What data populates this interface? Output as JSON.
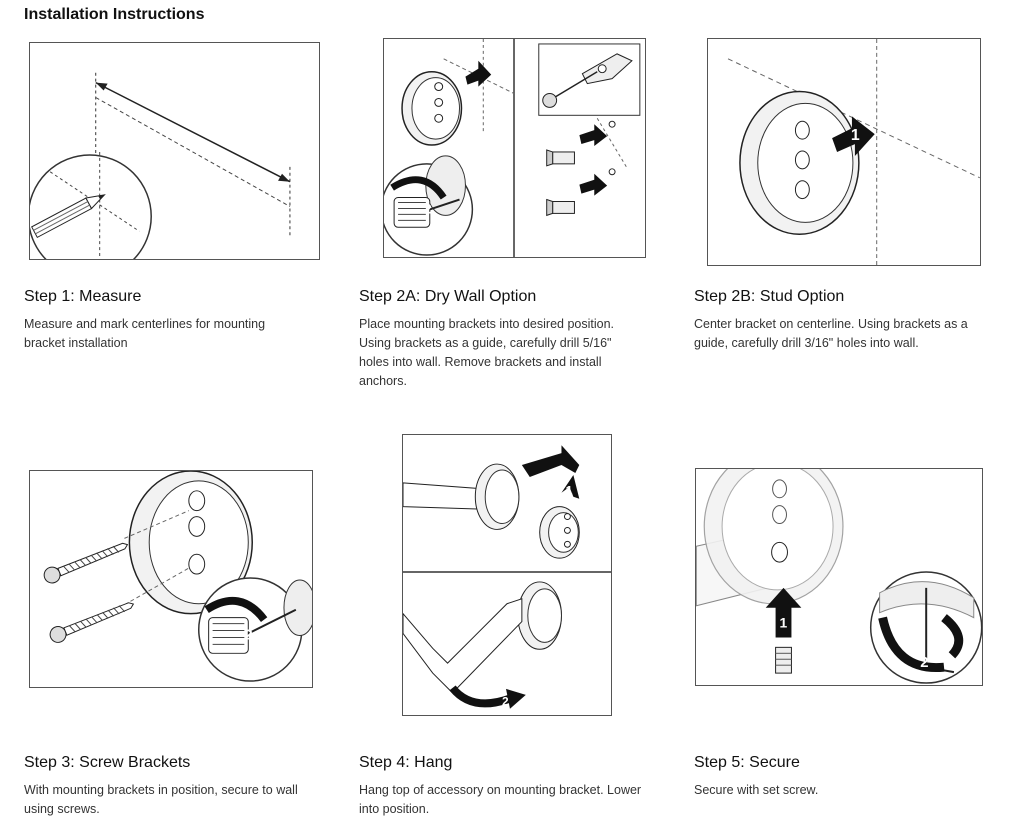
{
  "page": {
    "title": "Installation Instructions"
  },
  "steps": [
    {
      "title": "Step 1: Measure",
      "description": "Measure and mark centerlines for mounting bracket installation"
    },
    {
      "title": "Step 2A: Dry Wall Option",
      "description": "Place mounting brackets into desired position. Using brackets as a guide, carefully drill 5/16\" holes into wall. Remove brackets and install anchors."
    },
    {
      "title": "Step 2B: Stud Option",
      "description": "Center bracket on centerline. Using brackets as a guide, carefully drill 3/16\" holes into wall."
    },
    {
      "title": "Step 3: Screw Brackets",
      "description": "With mounting brackets in position, secure to wall using screws."
    },
    {
      "title": "Step 4: Hang",
      "description": "Hang top of accessory on mounting bracket. Lower into position."
    },
    {
      "title": "Step 5: Secure",
      "description": "Secure with set screw."
    }
  ],
  "callouts": {
    "one": "1",
    "two": "2"
  }
}
